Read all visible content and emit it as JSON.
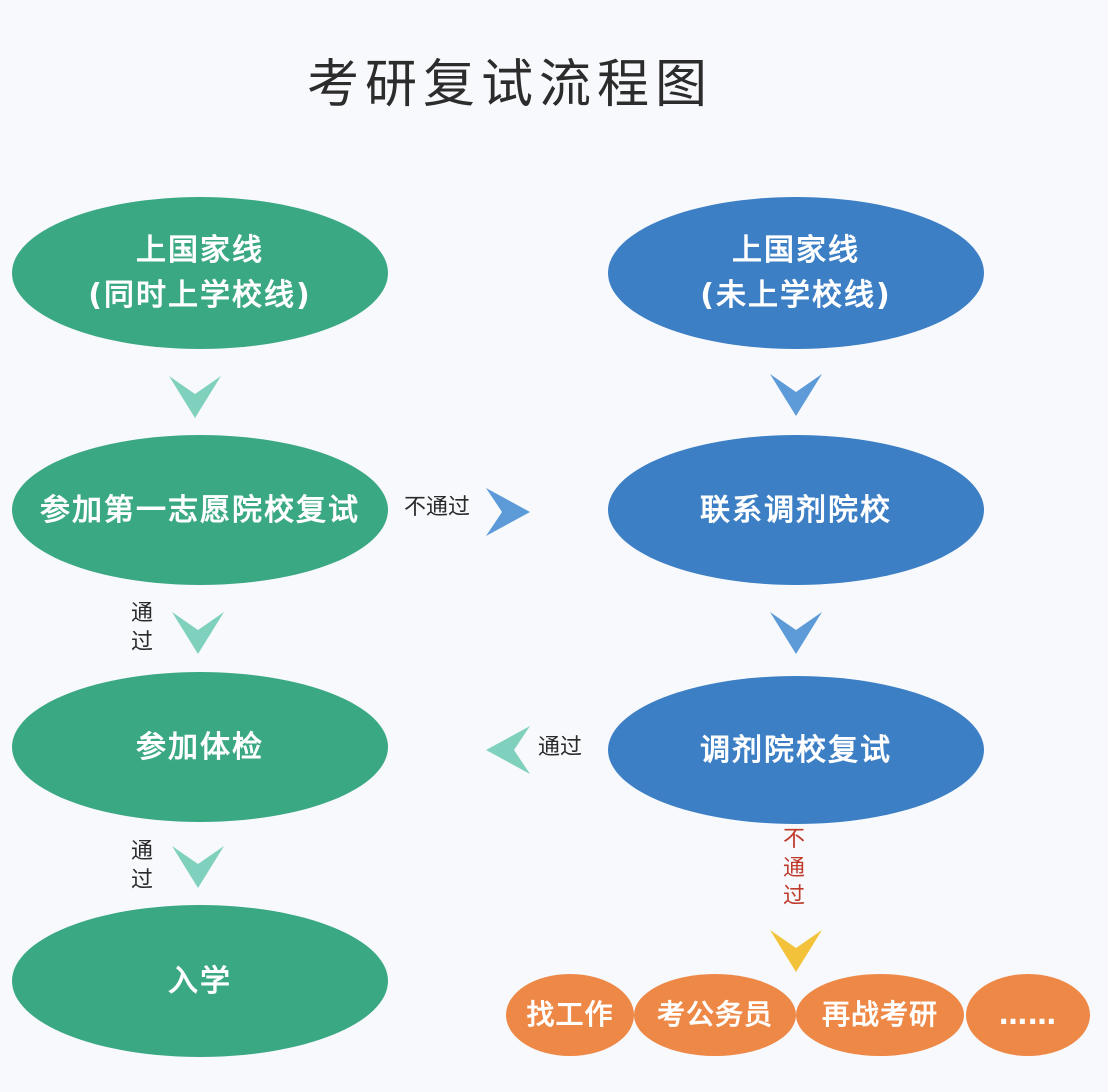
{
  "title": "考研复试流程图",
  "left_column": {
    "node1": {
      "line1": "上国家线",
      "line2": "(同时上学校线)"
    },
    "node2": {
      "text": "参加第一志愿院校复试"
    },
    "node3": {
      "text": "参加体检"
    },
    "node4": {
      "text": "入学"
    },
    "pass_label_1": "通过",
    "pass_label_2": "通过"
  },
  "right_column": {
    "node1": {
      "line1": "上国家线",
      "line2": "(未上学校线)"
    },
    "node2": {
      "text": "联系调剂院校"
    },
    "node3": {
      "text": "调剂院校复试"
    },
    "fail_label": "不通过"
  },
  "cross_labels": {
    "fail_to_right": "不通过",
    "pass_to_left": "通过"
  },
  "outcomes": [
    "找工作",
    "考公务员",
    "再战考研",
    "……"
  ],
  "colors": {
    "green": "#3aa883",
    "blue": "#3c7fc5",
    "orange": "#ee8846",
    "green_arrow": "#7fd1bd",
    "blue_arrow": "#5c9bd8",
    "yellow_arrow": "#f3c23b"
  }
}
